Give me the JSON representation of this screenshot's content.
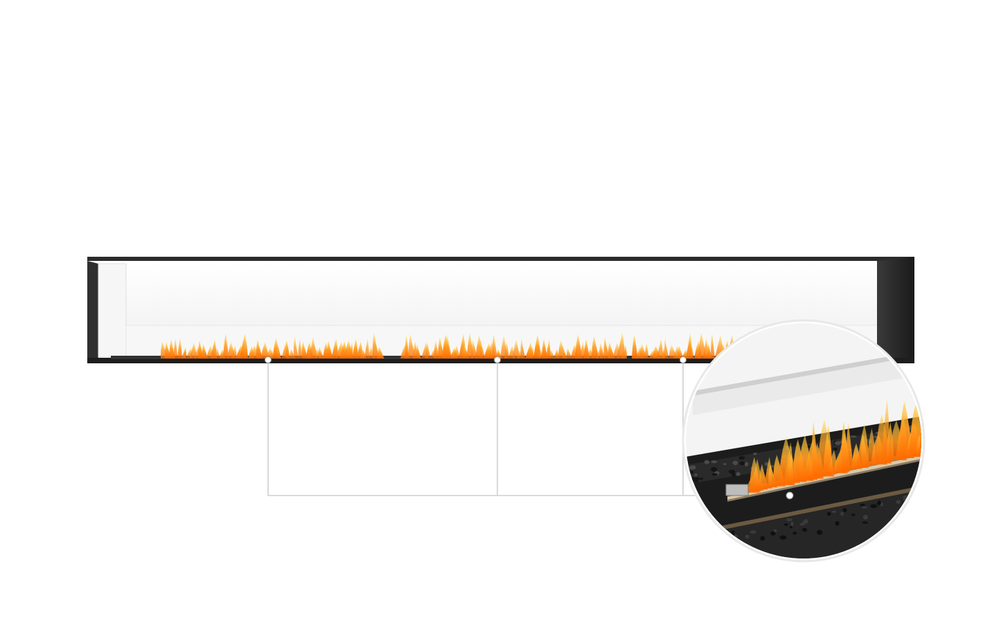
{
  "image": {
    "subject": "linear-fireplace-product-render",
    "colors": {
      "background": "#ffffff",
      "frame": "#2b2b2b",
      "frame_dark": "#1e1e1e",
      "glass": "#f3f3f3",
      "flame_outer": "#ff9a1f",
      "flame_mid": "#ff6a00",
      "flame_core": "#ffd84a",
      "callout_line": "#cfcfcf",
      "callout_dot": "#ffffff",
      "zoom_ring": "#e8e8e8",
      "zoom_tray": "#1c1c1c",
      "zoom_burner": "#8a7a66",
      "zoom_pebbles": "#2a2a2a"
    },
    "icons": [
      "burner-callout-dot",
      "zoom-detail-circle"
    ]
  }
}
